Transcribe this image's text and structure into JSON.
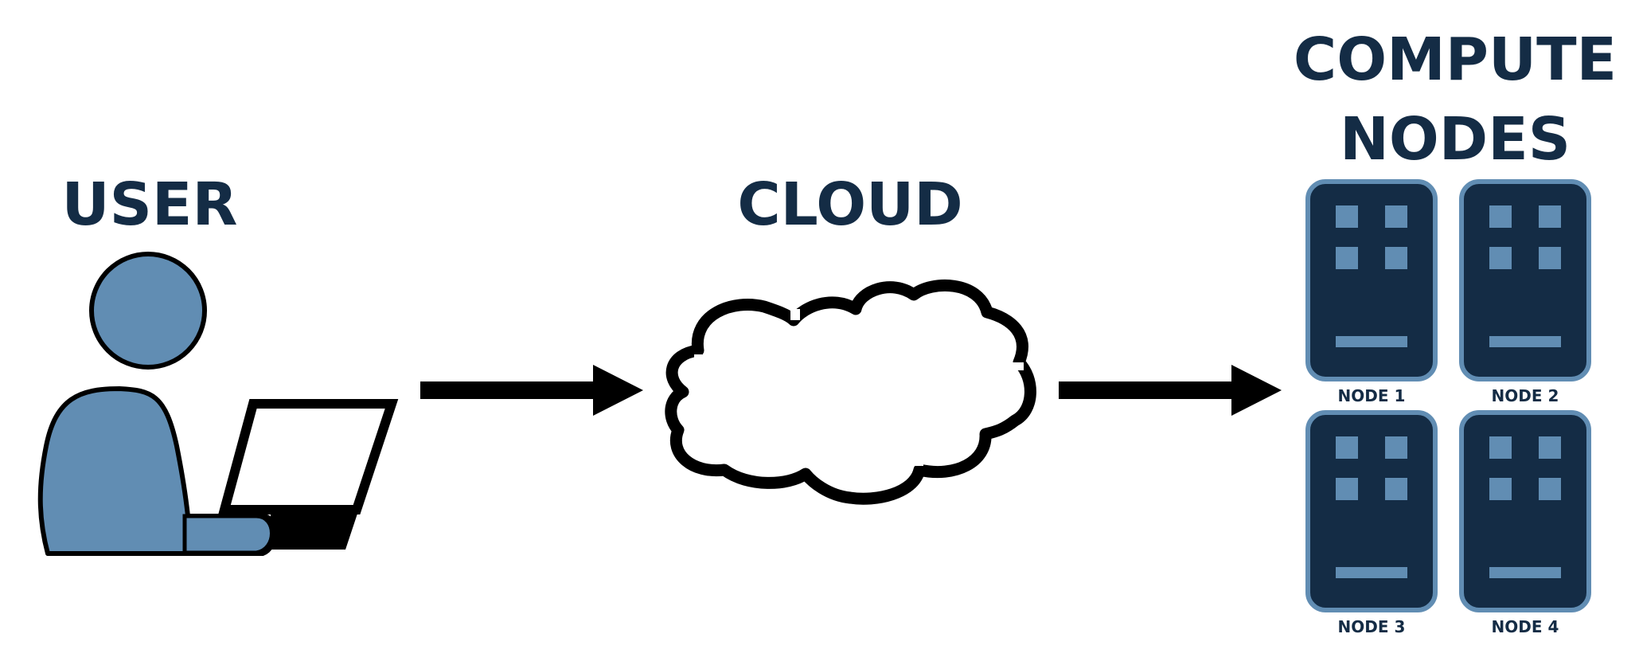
{
  "diagram": {
    "user_label": "USER",
    "cloud_label": "CLOUD",
    "compute_title_line1": "COMPUTE",
    "compute_title_line2": "NODES",
    "nodes": [
      {
        "label": "NODE 1"
      },
      {
        "label": "NODE 2"
      },
      {
        "label": "NODE 3"
      },
      {
        "label": "NODE 4"
      }
    ]
  },
  "colors": {
    "dark_navy": "#142c45",
    "steel_blue": "#618db3",
    "black": "#000000",
    "white": "#ffffff"
  },
  "icons": {
    "user": "person-icon",
    "laptop": "laptop-icon",
    "cloud": "cloud-icon",
    "server": "server-icon",
    "arrow": "arrow-right-icon"
  }
}
